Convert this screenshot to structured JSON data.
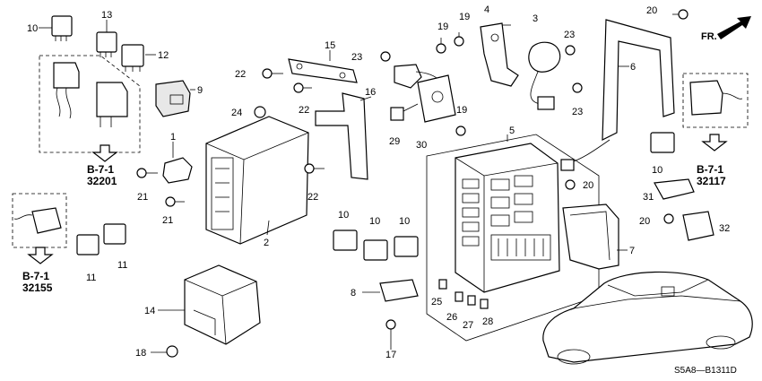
{
  "front_marker": "FR.",
  "diagram_code": "S5A8—B1311D",
  "ref_left": {
    "page": "B-7-1",
    "code": "32201"
  },
  "ref_right": {
    "page": "B-7-1",
    "code": "32117"
  },
  "ref_bottom_left": {
    "page": "B-7-1",
    "code": "32155"
  },
  "callouts": {
    "n1": "1",
    "n2": "2",
    "n3": "3",
    "n4": "4",
    "n5": "5",
    "n6": "6",
    "n7": "7",
    "n8": "8",
    "n9": "9",
    "n10a": "10",
    "n10b": "10",
    "n10c": "10",
    "n10d": "10",
    "n10e": "10",
    "n11a": "11",
    "n11b": "11",
    "n12": "12",
    "n13": "13",
    "n14": "14",
    "n15": "15",
    "n16": "16",
    "n17": "17",
    "n18": "18",
    "n19a": "19",
    "n19b": "19",
    "n19c": "19",
    "n20a": "20",
    "n20b": "20",
    "n20c": "20",
    "n21a": "21",
    "n21b": "21",
    "n22a": "22",
    "n22b": "22",
    "n22c": "22",
    "n23a": "23",
    "n23b": "23",
    "n23c": "23",
    "n24": "24",
    "n25": "25",
    "n26": "26",
    "n27": "27",
    "n28": "28",
    "n29": "29",
    "n30": "30",
    "n31": "31",
    "n32": "32"
  }
}
